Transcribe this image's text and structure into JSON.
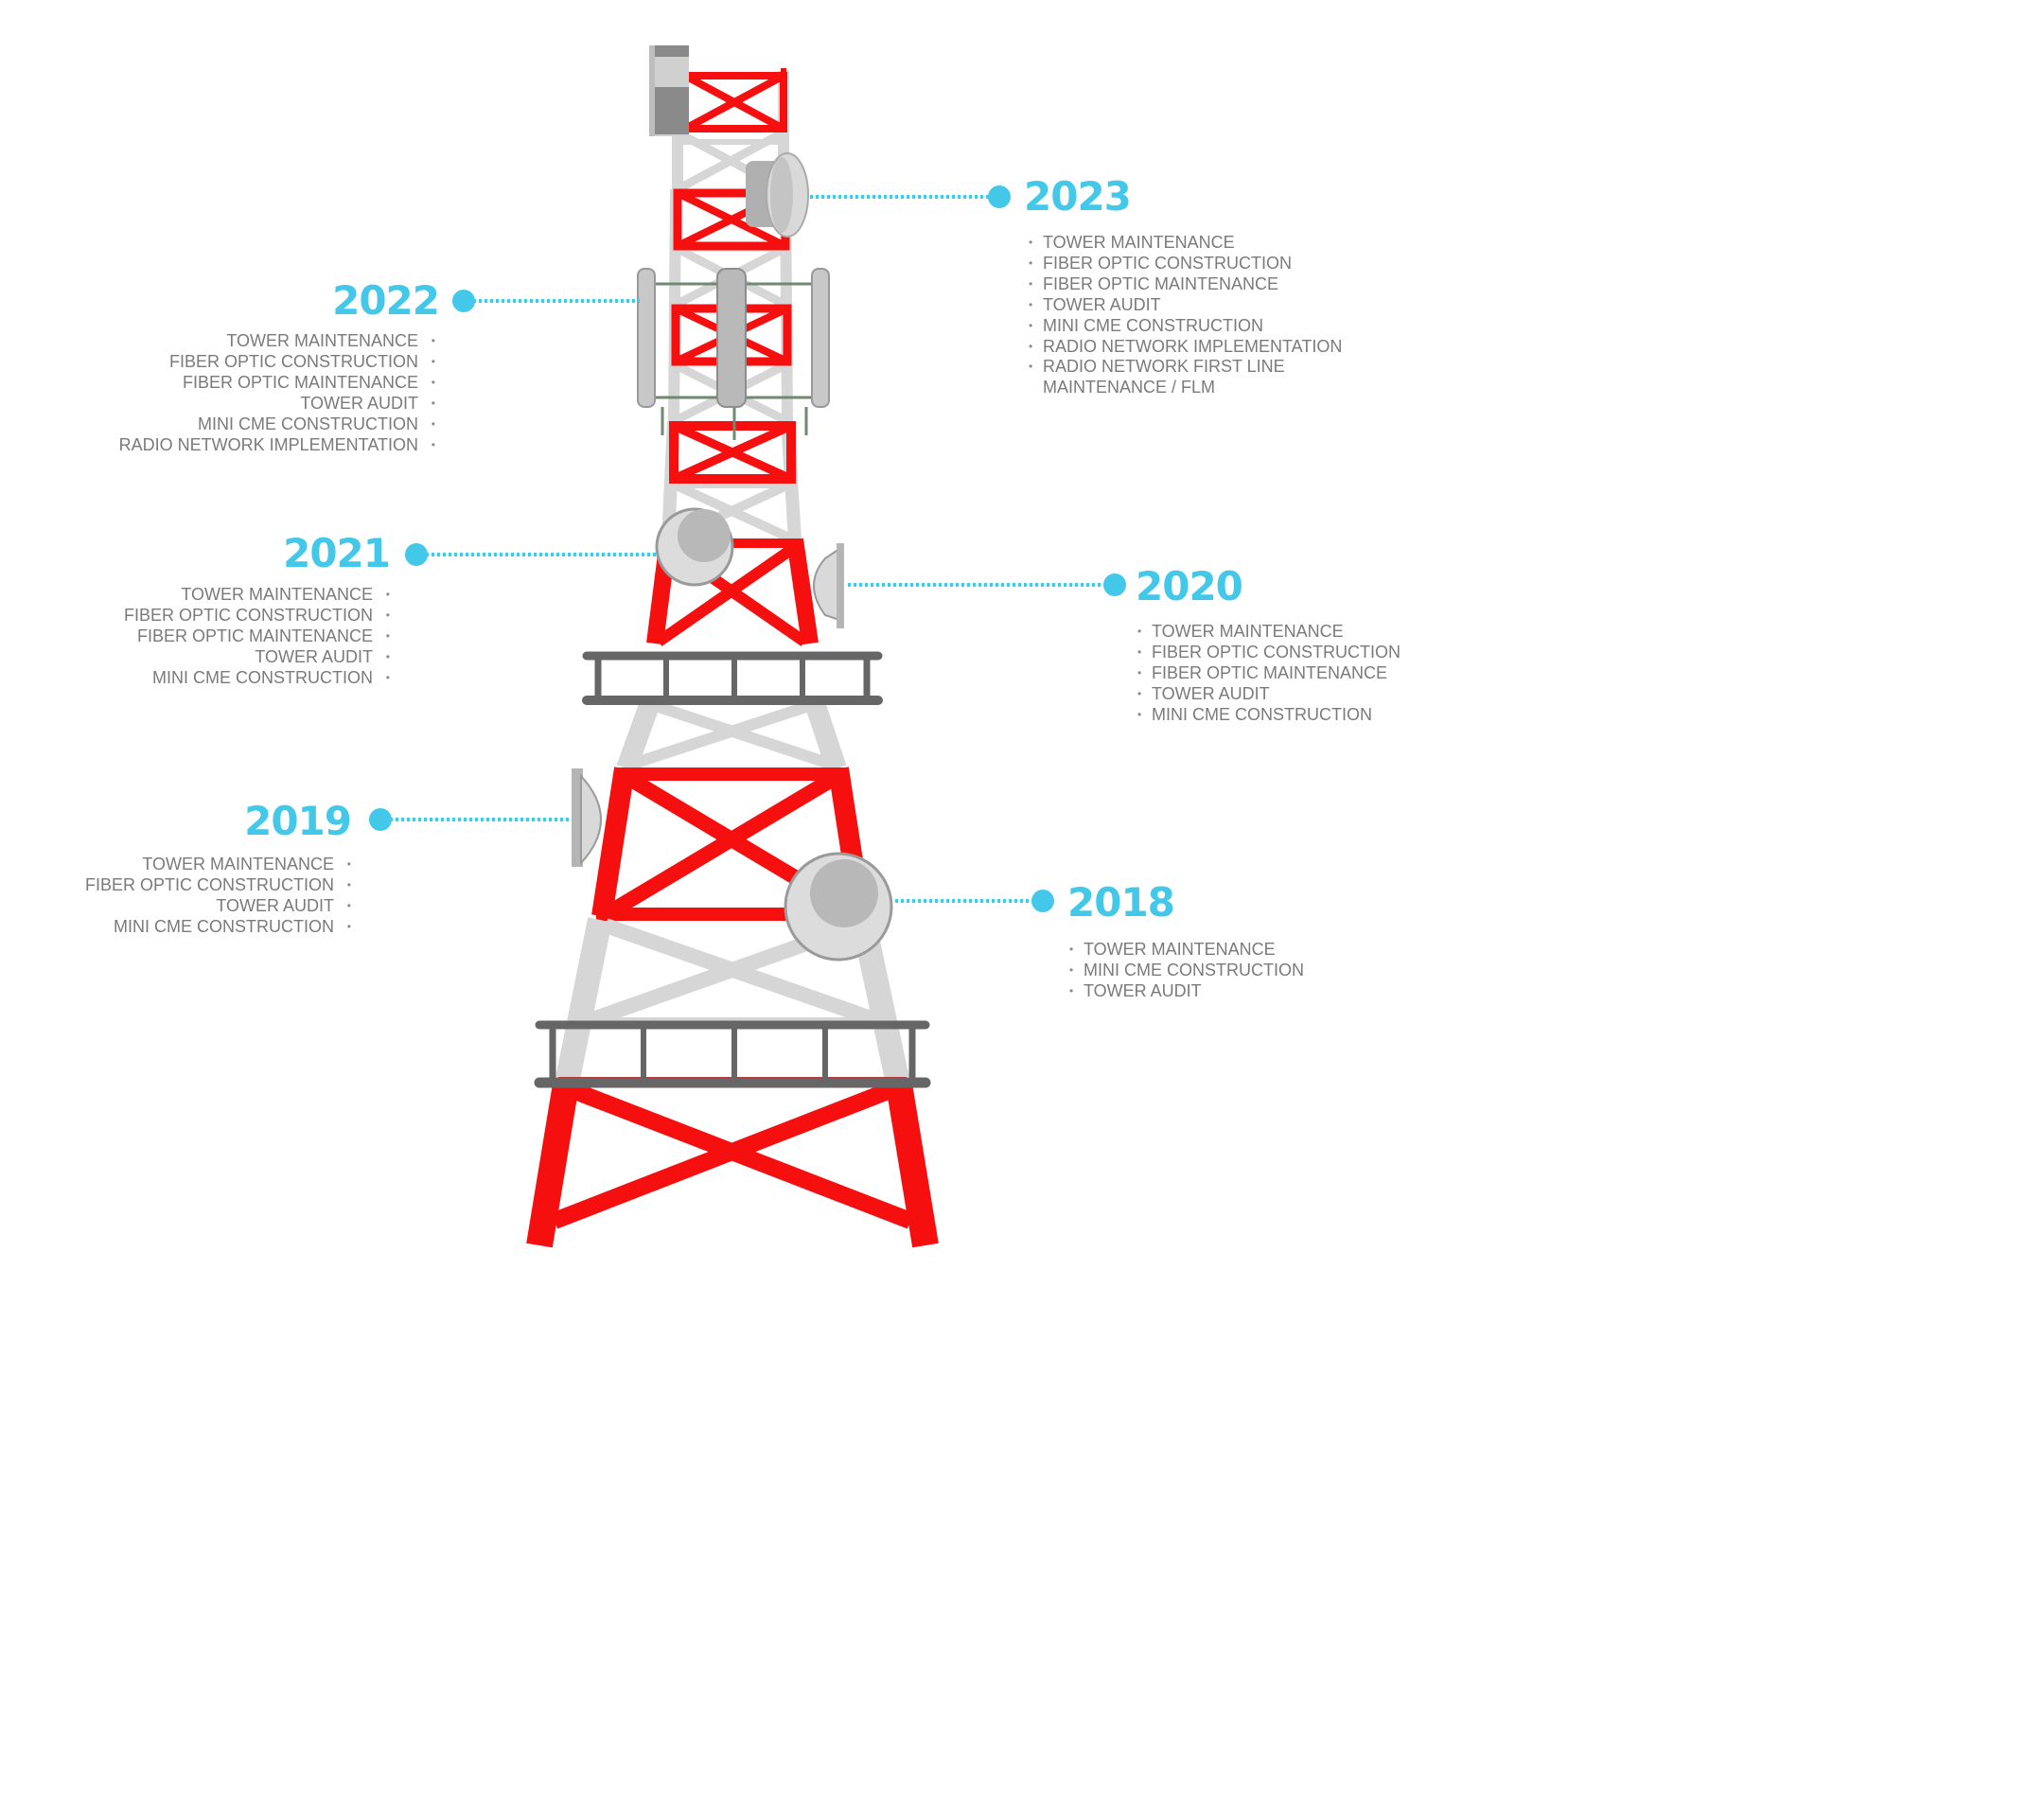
{
  "colors": {
    "accent": "#43c8ea",
    "tower_red": "#f50f0f",
    "tower_light": "#d6d6d6",
    "platform": "#666666",
    "text": "#7a7a7a"
  },
  "milestones": [
    {
      "year": "2023",
      "side": "right",
      "items": [
        "TOWER MAINTENANCE",
        "FIBER OPTIC CONSTRUCTION",
        "FIBER OPTIC MAINTENANCE",
        "TOWER AUDIT",
        "MINI CME CONSTRUCTION",
        "RADIO NETWORK IMPLEMENTATION",
        "RADIO NETWORK FIRST LINE",
        "MAINTENANCE / FLM"
      ]
    },
    {
      "year": "2022",
      "side": "left",
      "items": [
        "TOWER MAINTENANCE",
        "FIBER OPTIC CONSTRUCTION",
        "FIBER OPTIC MAINTENANCE",
        "TOWER AUDIT",
        "MINI CME CONSTRUCTION",
        "RADIO NETWORK IMPLEMENTATION"
      ]
    },
    {
      "year": "2021",
      "side": "left",
      "items": [
        "TOWER MAINTENANCE",
        "FIBER OPTIC CONSTRUCTION",
        "FIBER OPTIC MAINTENANCE",
        "TOWER AUDIT",
        "MINI CME CONSTRUCTION"
      ]
    },
    {
      "year": "2020",
      "side": "right",
      "items": [
        "TOWER MAINTENANCE",
        "FIBER OPTIC CONSTRUCTION",
        "FIBER OPTIC MAINTENANCE",
        "TOWER AUDIT",
        "MINI CME CONSTRUCTION"
      ]
    },
    {
      "year": "2019",
      "side": "left",
      "items": [
        "TOWER MAINTENANCE",
        "FIBER OPTIC CONSTRUCTION",
        "TOWER AUDIT",
        "MINI CME CONSTRUCTION"
      ]
    },
    {
      "year": "2018",
      "side": "right",
      "items": [
        "TOWER MAINTENANCE",
        "MINI CME CONSTRUCTION",
        "TOWER AUDIT"
      ]
    }
  ]
}
